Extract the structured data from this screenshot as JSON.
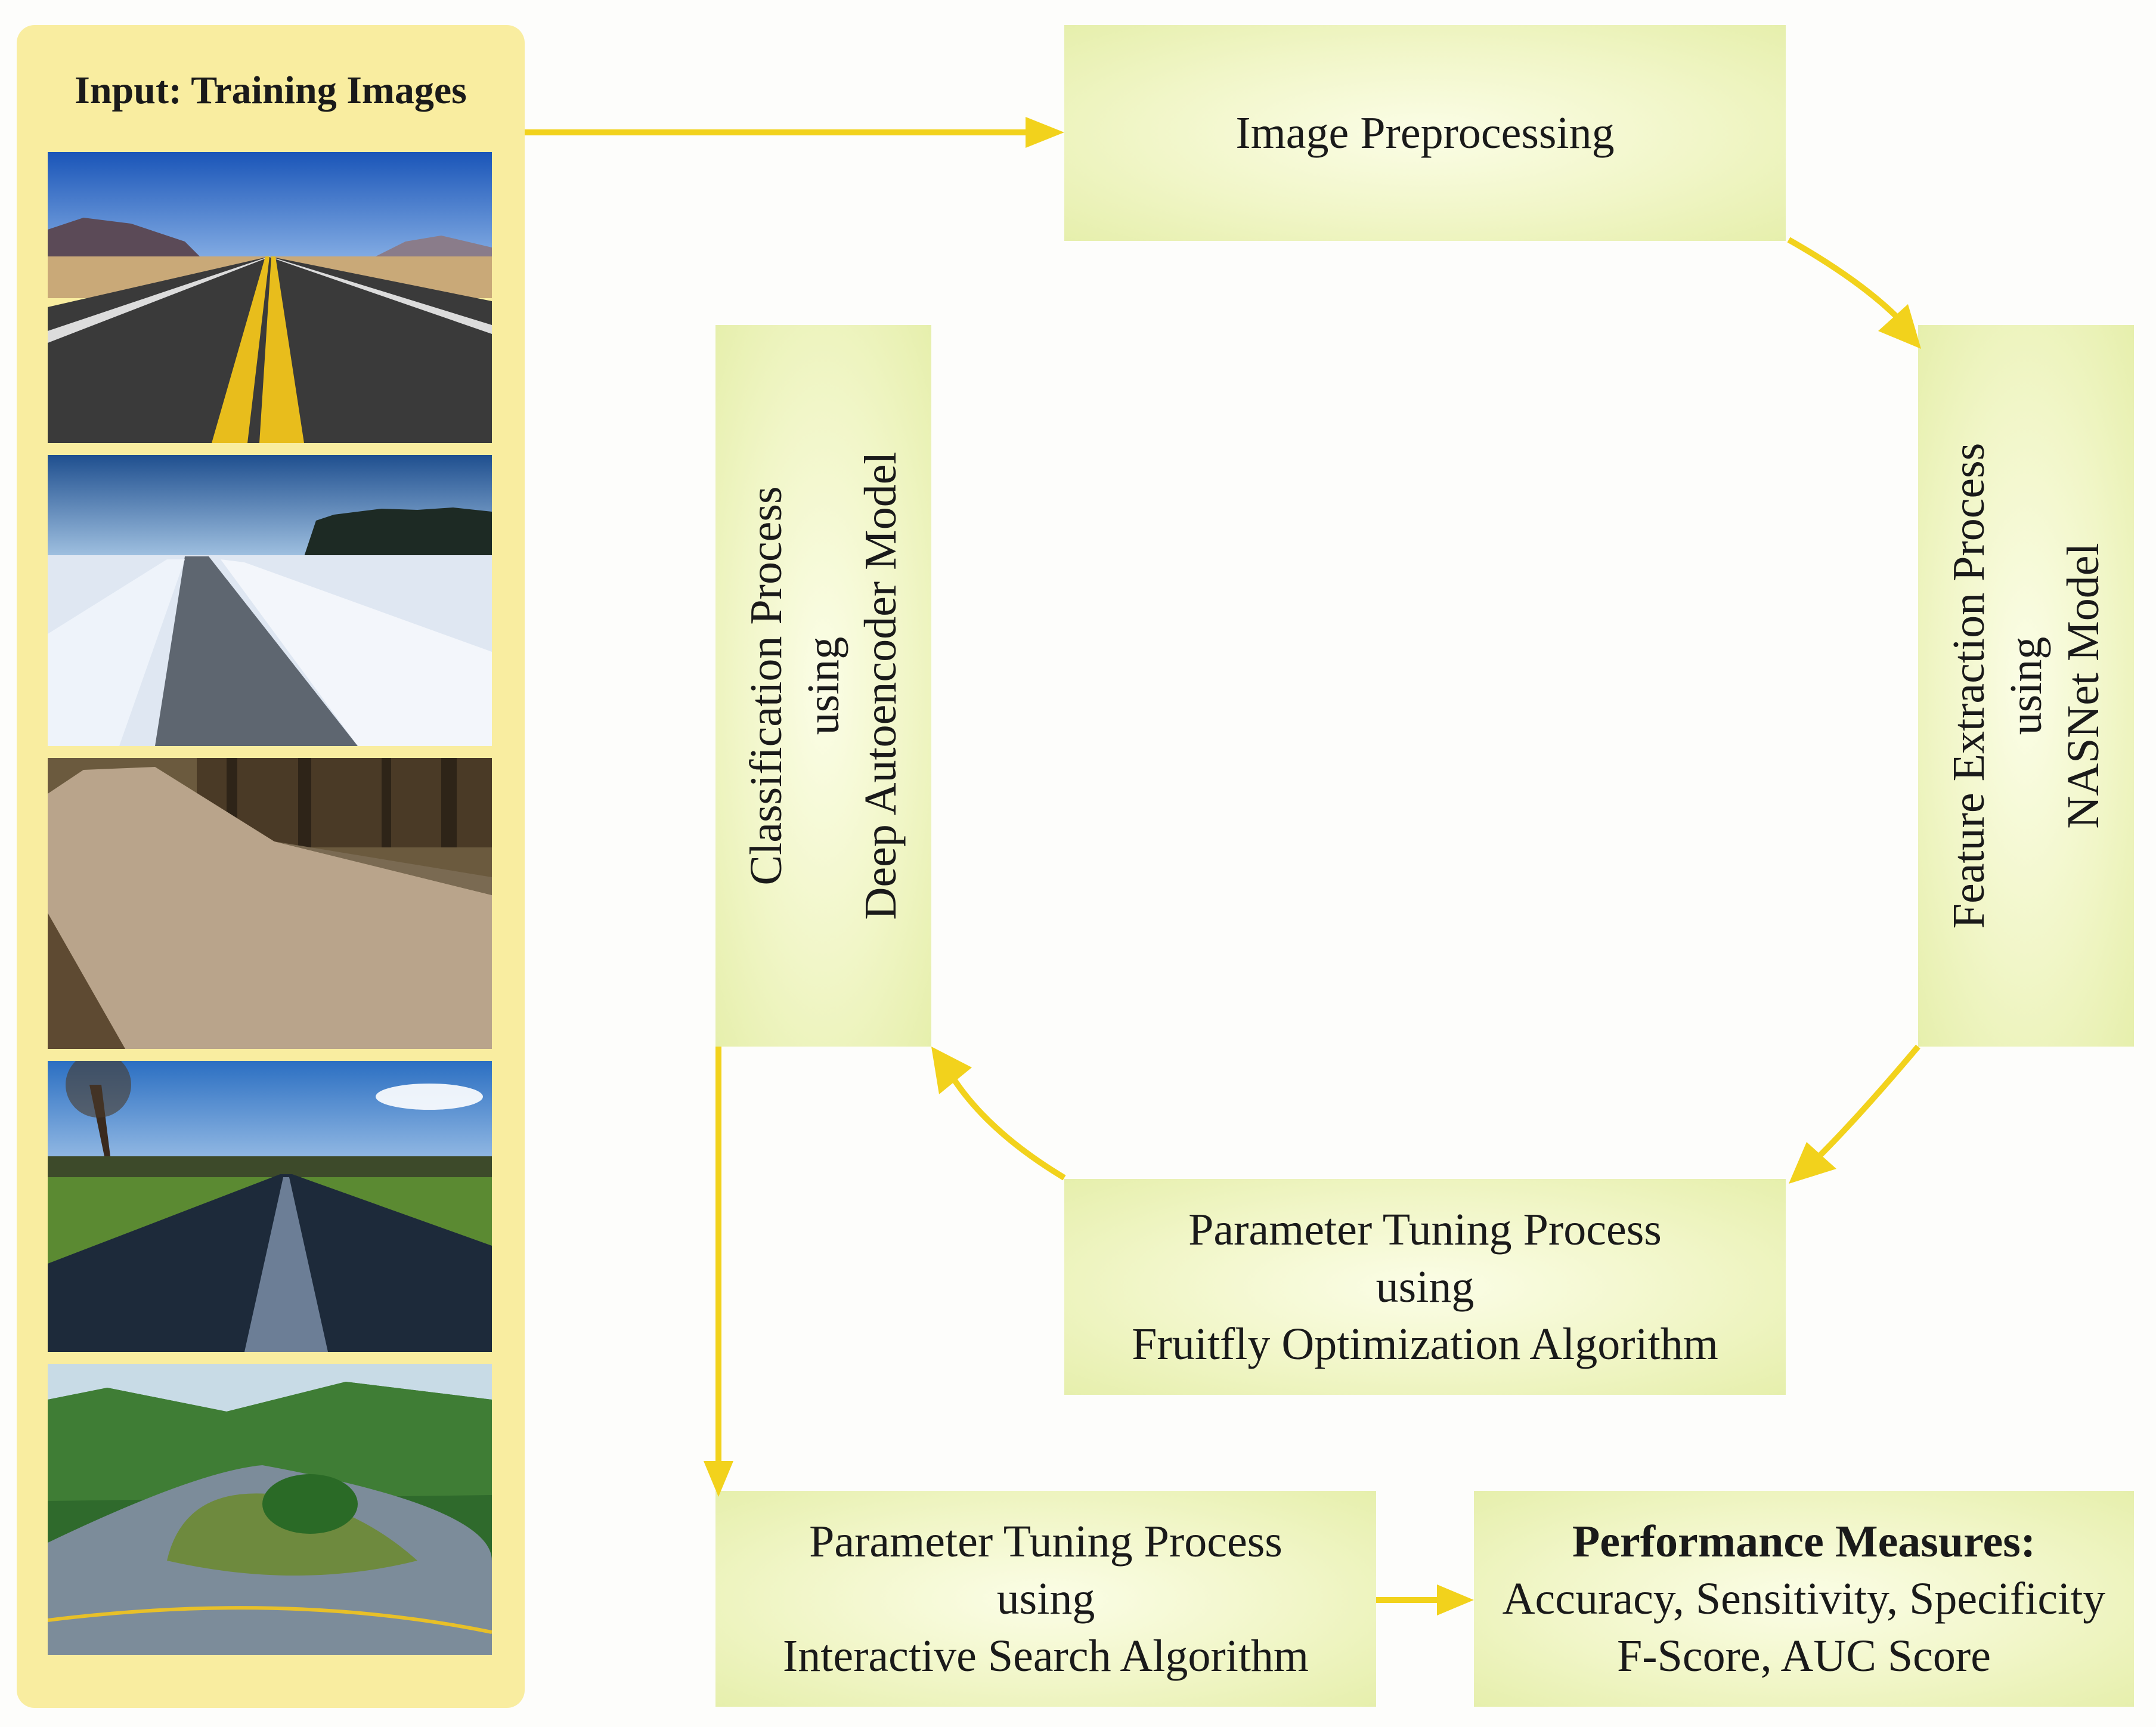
{
  "input_panel": {
    "title": "Input: Training Images",
    "images": [
      {
        "name": "paved-road-photo"
      },
      {
        "name": "snow-road-photo"
      },
      {
        "name": "dirt-road-photo"
      },
      {
        "name": "wet-road-photo"
      },
      {
        "name": "curved-road-photo"
      }
    ]
  },
  "nodes": {
    "preprocessing": {
      "label": "Image Preprocessing"
    },
    "feature_extraction": {
      "line1": "Feature Extraction Process",
      "line2": "using",
      "line3": "NASNet Model"
    },
    "fruitfly_tuning": {
      "line1": "Parameter Tuning Process",
      "line2": "using",
      "line3": "Fruitfly Optimization Algorithm"
    },
    "classification": {
      "line1": "Classification Process",
      "line2": "using",
      "line3": "Deep Autoencoder Model"
    },
    "interactive_tuning": {
      "line1": "Parameter Tuning Process",
      "line2": "using",
      "line3": "Interactive Search Algorithm"
    },
    "performance": {
      "title": "Performance Measures:",
      "line1": "Accuracy, Sensitivity, Specificity",
      "line2": "F-Score, AUC Score"
    }
  },
  "colors": {
    "arrow": "#f2d21c",
    "panel": "#f9eda0",
    "box": "#eef4c0"
  }
}
